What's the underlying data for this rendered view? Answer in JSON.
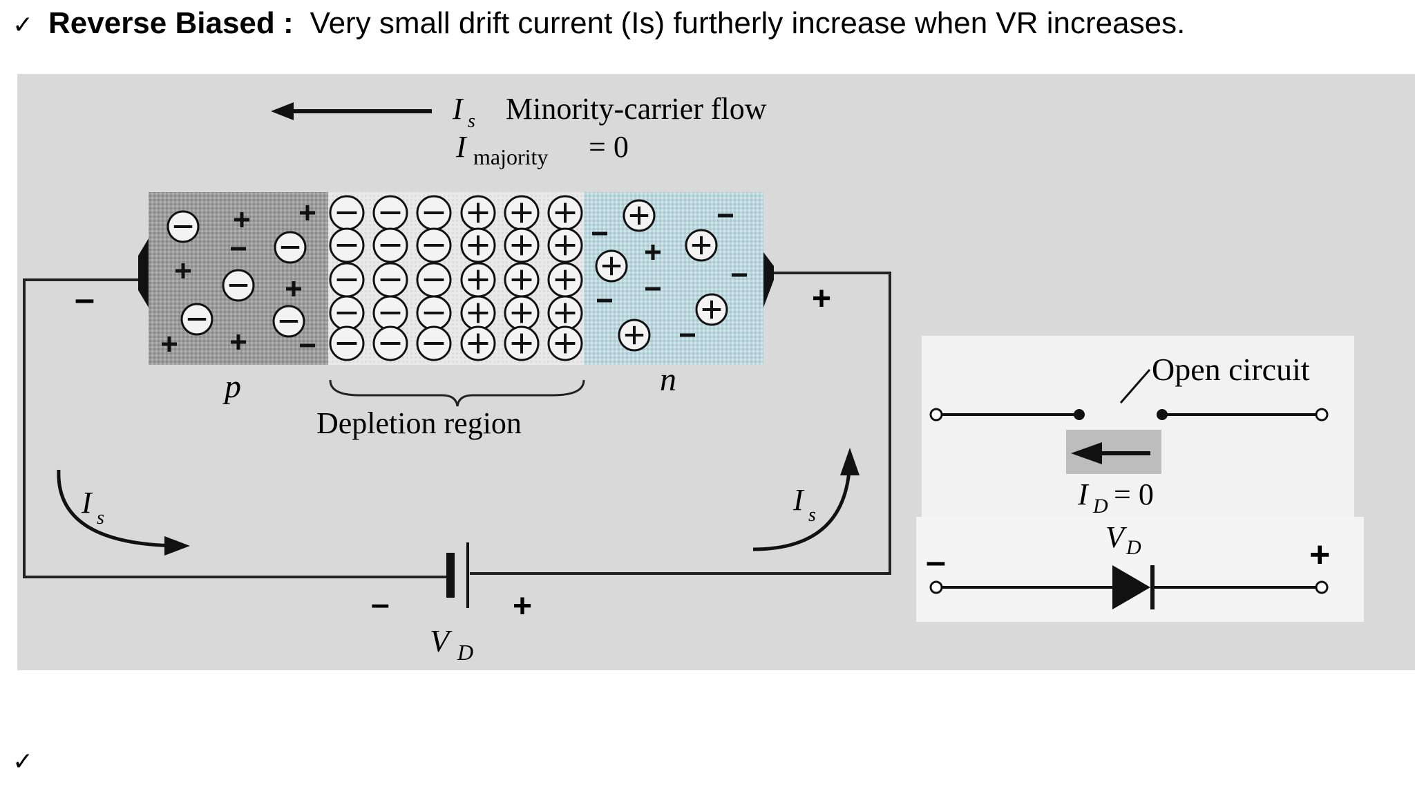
{
  "slide": {
    "check_mark": "✓",
    "heading": "Reverse Biased :",
    "description": "Very small drift current (Is) furtherly increase when VR increases.",
    "second_check_mark": "✓"
  },
  "left_diagram": {
    "is_label": "I",
    "is_sub": "s",
    "flow_label": "Minority-carrier flow",
    "imajority_label": "I",
    "imajority_sub": "majority",
    "imajority_value": "= 0",
    "p_label": "p",
    "n_label": "n",
    "depletion_label": "Depletion region",
    "left_terminal_sign": "–",
    "right_terminal_sign": "+",
    "left_current_label": "I",
    "left_current_sub": "s",
    "right_current_label": "I",
    "right_current_sub": "s",
    "battery_minus": "–",
    "battery_plus": "+",
    "vd_label": "V",
    "vd_sub": "D"
  },
  "right_diagram": {
    "open_circuit_label": "Open circuit",
    "id_label": "I",
    "id_sub": "D",
    "id_value": "= 0",
    "vd_label": "V",
    "vd_sub": "D",
    "minus_sign": "–",
    "plus_sign": "+"
  },
  "colors": {
    "diagram_bg": "#d8d8d8",
    "p_region": "#9a9a9a",
    "n_region": "#b9d6dc",
    "depletion": "#ededed"
  }
}
